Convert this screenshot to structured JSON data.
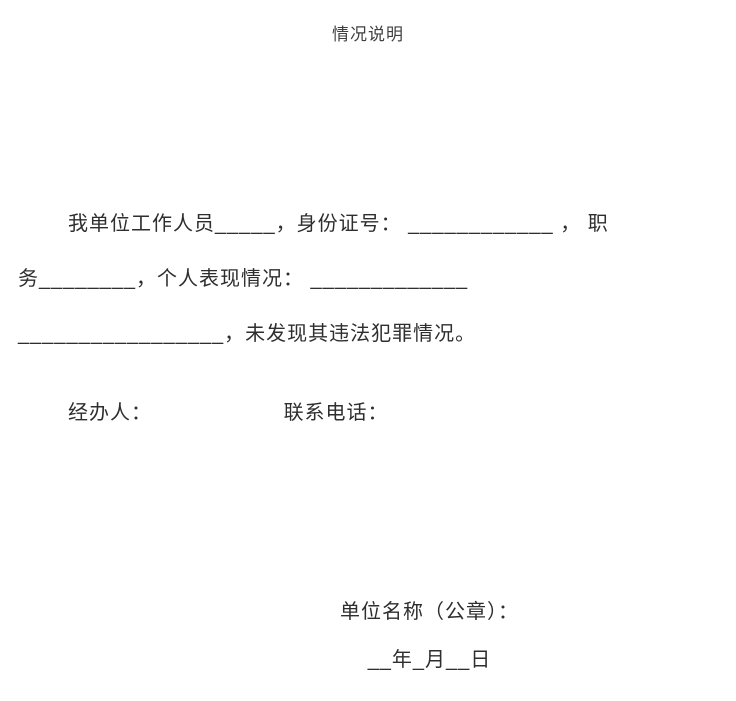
{
  "document": {
    "title": "情况说明",
    "body": {
      "lines": [
        "我单位工作人员_____，身份证号： ____________ ， 职",
        "务________，个人表现情况： _____________",
        "_________________，未发现其违法犯罪情况。"
      ]
    },
    "contact": {
      "handler_label": "经办人：",
      "phone_label": "联系电话："
    },
    "signature": {
      "unit_label": "单位名称（公章）：",
      "date_line": "__年_月__日"
    }
  }
}
